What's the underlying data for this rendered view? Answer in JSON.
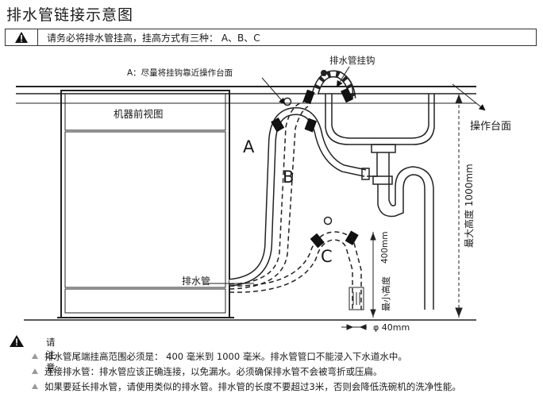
{
  "title": "排水管链接示意图",
  "warning": "请务必将排水管挂高，挂高方式有三种： A、B、C",
  "labels": {
    "hook_note": "A：尽量将挂钩靠近操作台面",
    "hook": "排水管挂钩",
    "countertop": "操作台面",
    "front_view": "机器前视图",
    "drain_pipe": "排水管",
    "max_height": "最大高度 1000mm",
    "min_height": "最小高度",
    "h400": "400mm",
    "diameter": "φ 40mm",
    "route_a": "A",
    "route_b": "B",
    "route_c": "C"
  },
  "notes_title": "请注意:",
  "notes": [
    "排水管尾端挂高范围必须是： 400 毫米到 1000 毫米。排水管管口不能浸入下水道水中。",
    "连接排水管：排水管应该正确连接，以免漏水。必须确保排水管不会被弯折或压扁。",
    "如果要延长排水管，请使用类似的排水管。排水管的长度不要超过3米，否则会降低洗碗机的洗净性能。"
  ],
  "icons": [
    "warning-icon",
    "note-arrow-icon"
  ]
}
